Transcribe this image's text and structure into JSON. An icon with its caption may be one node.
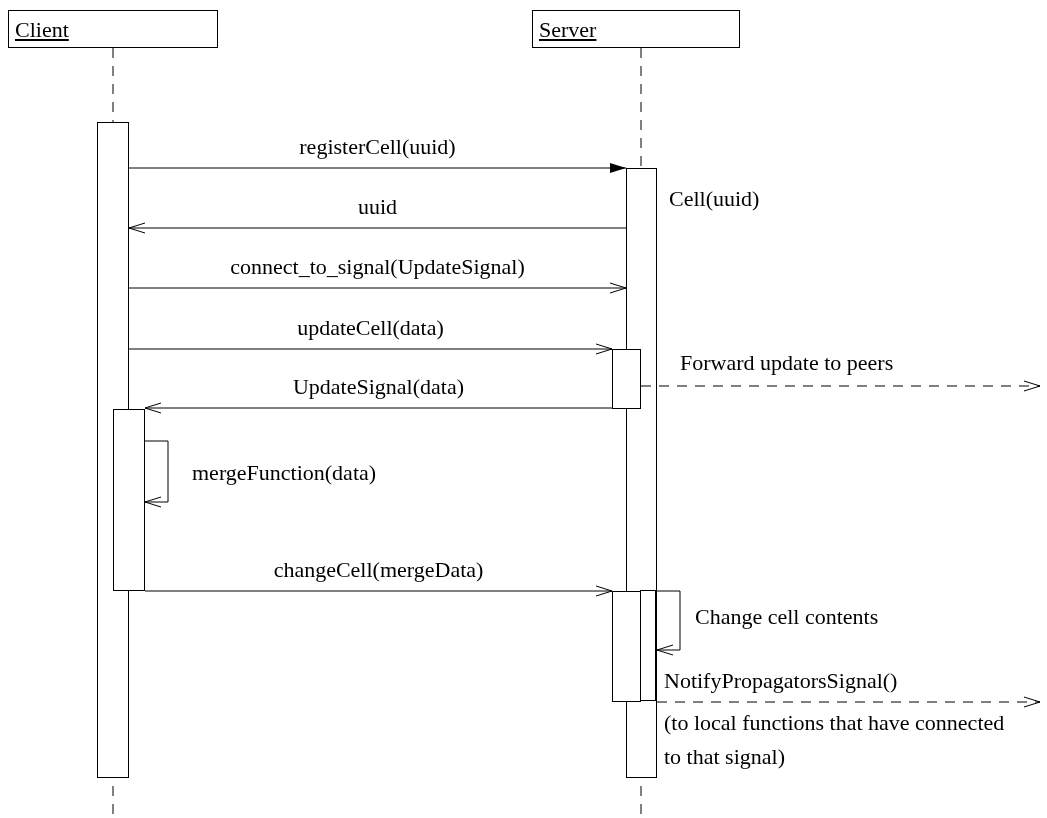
{
  "diagram": {
    "nodes": [
      {
        "text": [
          "Client"
        ]
      },
      {
        "text": [
          "Server"
        ]
      },
      {
        "text": [],
        "shape": "bar"
      },
      {
        "text": [],
        "shape": "bar",
        "beside": [
          "Cell(uuid)"
        ]
      },
      {
        "text": [],
        "shape": "bar"
      },
      {
        "text": [],
        "shape": "bar"
      },
      {
        "text": [],
        "shape": "bar"
      },
      {
        "text": [],
        "shape": "bar",
        "in": 3
      }
    ],
    "edges": [
      {
        "from": 2,
        "to": 3,
        "arrow": "to",
        "label": "registerCell(uuid)"
      },
      {
        "from": 3,
        "to": 2,
        "arrow": "to",
        "label": "uuid"
      },
      {
        "from": 2,
        "to": 3,
        "arrow": "to",
        "label": "connect_to_signal(UpdateSignal)"
      },
      {
        "from": 2,
        "to": 4,
        "arrow": "to",
        "label": "updateCell(data)"
      },
      {
        "from": 4,
        "to": 5,
        "arrow": "to",
        "label": "UpdateSignal(data)"
      },
      {
        "from": 5,
        "to": 5,
        "arrow": "to",
        "label": "mergeFunction(data)"
      },
      {
        "from": 5,
        "to": 6,
        "arrow": "to",
        "label": "changeCell(mergeData)"
      },
      {
        "from": 7,
        "to": 7,
        "arrow": "to",
        "label": "Change cell contents"
      },
      {
        "from": 4,
        "to": null,
        "arrow": "to",
        "label": "Forward update to peers",
        "style": "dashed"
      },
      {
        "from": 7,
        "to": null,
        "arrow": "to",
        "label": "NotifyPropagatorsSignal()",
        "style": "dashed"
      }
    ],
    "labels": [
      "(to local functions that have connected to that signal)"
    ]
  }
}
